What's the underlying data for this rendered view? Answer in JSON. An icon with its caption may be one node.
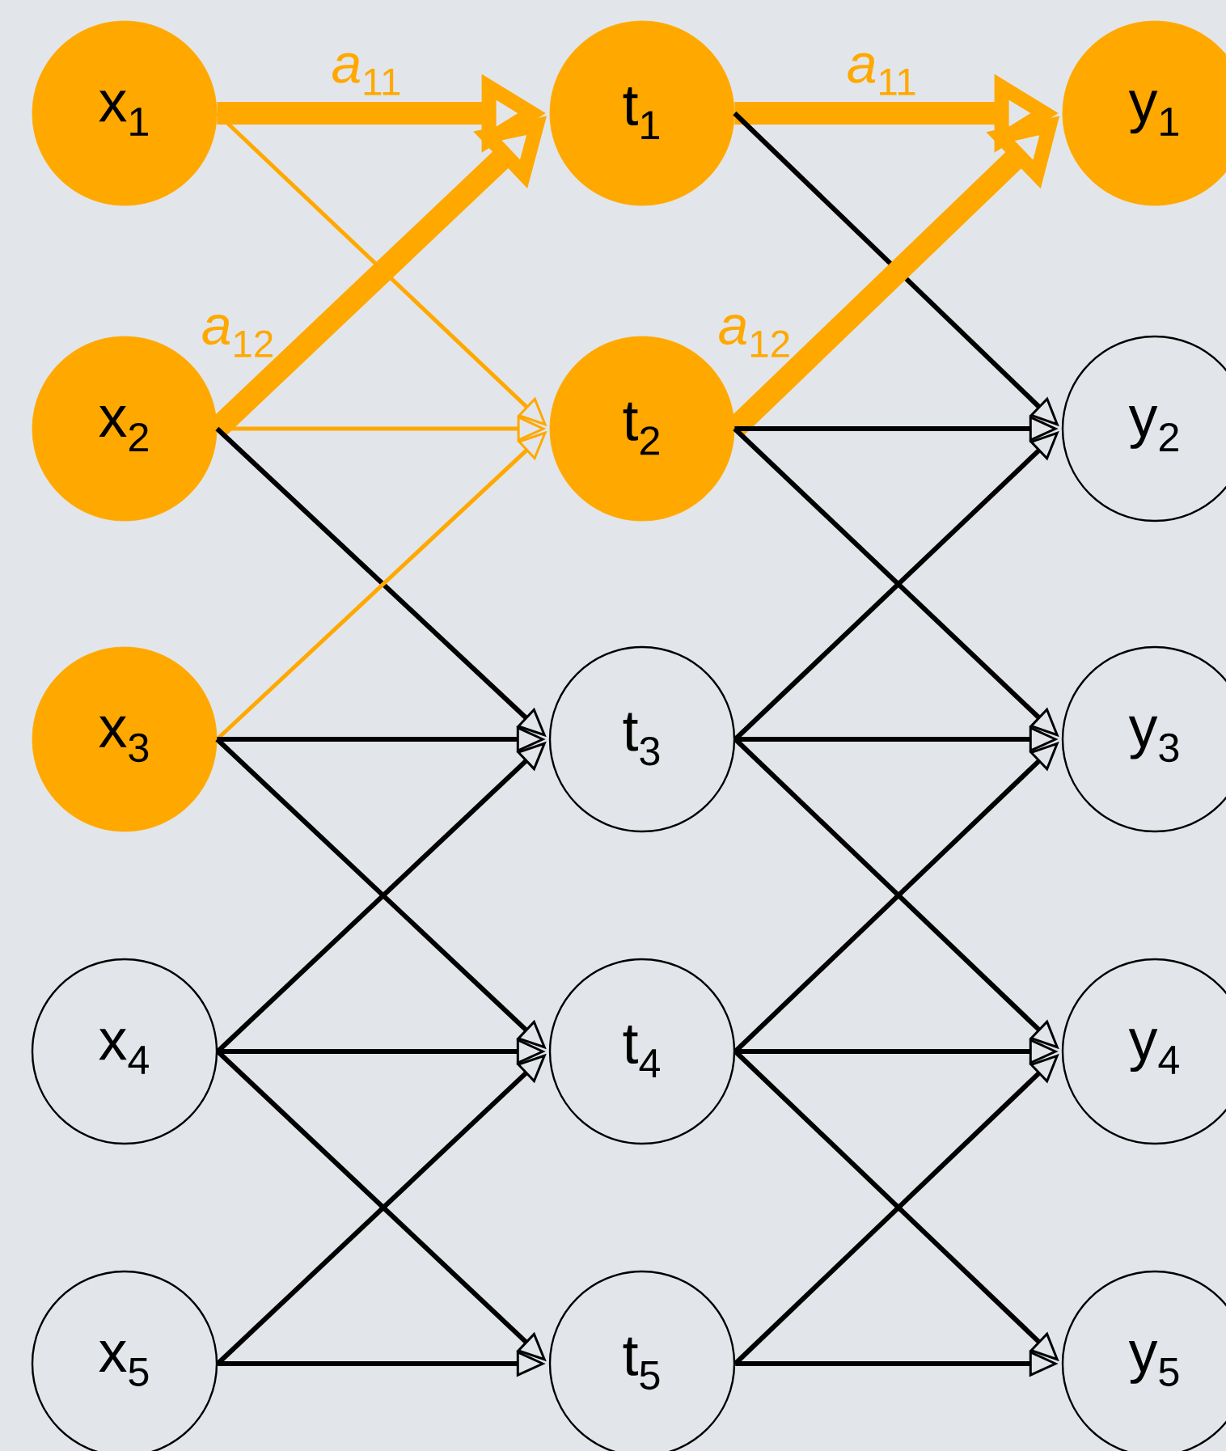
{
  "diagram": {
    "nodes": [
      {
        "text": [
          "x$_{1}$"
        ]
      },
      {
        "text": [
          "x$_{2}$"
        ]
      },
      {
        "text": [
          "x$_{3}$"
        ]
      },
      {
        "text": [
          "x$_{4}$"
        ]
      },
      {
        "text": [
          "x$_{5}$"
        ]
      },
      {
        "text": [
          "t$_{1}$"
        ]
      },
      {
        "text": [
          "t$_{2}$"
        ]
      },
      {
        "text": [
          "t$_{3}$"
        ]
      },
      {
        "text": [
          "t$_{4}$"
        ]
      },
      {
        "text": [
          "t$_{5}$"
        ]
      },
      {
        "text": [
          "y$_{1}$"
        ]
      },
      {
        "text": [
          "y$_{2}$"
        ]
      },
      {
        "text": [
          "y$_{3}$"
        ]
      },
      {
        "text": [
          "y$_{4}$"
        ]
      },
      {
        "text": [
          "y$_{5}$"
        ]
      }
    ],
    "edges": [
      {
        "from": 0,
        "to": 5,
        "arrow": "to",
        "label": "*a*$_{11}$",
        "style": "thick",
        "color": "#ffa800"
      },
      {
        "from": 0,
        "to": 6,
        "arrow": "to",
        "color": "#ffa800"
      },
      {
        "from": 1,
        "to": 5,
        "arrow": "to",
        "label": "*a*$_{12}$",
        "style": "thick",
        "color": "#ffa800"
      },
      {
        "from": 1,
        "to": 6,
        "arrow": "to",
        "color": "#ffa800"
      },
      {
        "from": 1,
        "to": 7,
        "arrow": "to"
      },
      {
        "from": 2,
        "to": 6,
        "arrow": "to",
        "color": "#ffa800"
      },
      {
        "from": 2,
        "to": 7,
        "arrow": "to"
      },
      {
        "from": 2,
        "to": 8,
        "arrow": "to"
      },
      {
        "from": 3,
        "to": 7,
        "arrow": "to"
      },
      {
        "from": 3,
        "to": 8,
        "arrow": "to"
      },
      {
        "from": 3,
        "to": 9,
        "arrow": "to"
      },
      {
        "from": 4,
        "to": 8,
        "arrow": "to"
      },
      {
        "from": 4,
        "to": 9,
        "arrow": "to"
      },
      {
        "from": 5,
        "to": 10,
        "arrow": "to",
        "label": "*a*$_{11}$",
        "style": "thick",
        "color": "#ffa800"
      },
      {
        "from": 5,
        "to": 11,
        "arrow": "to"
      },
      {
        "from": 6,
        "to": 10,
        "arrow": "to",
        "label": "*a*$_{12}$",
        "style": "thick",
        "color": "#ffa800"
      },
      {
        "from": 6,
        "to": 11,
        "arrow": "to"
      },
      {
        "from": 6,
        "to": 12,
        "arrow": "to"
      },
      {
        "from": 7,
        "to": 11,
        "arrow": "to"
      },
      {
        "from": 7,
        "to": 12,
        "arrow": "to"
      },
      {
        "from": 7,
        "to": 13,
        "arrow": "to"
      },
      {
        "from": 8,
        "to": 12,
        "arrow": "to"
      },
      {
        "from": 8,
        "to": 13,
        "arrow": "to"
      },
      {
        "from": 8,
        "to": 14,
        "arrow": "to"
      },
      {
        "from": 9,
        "to": 13,
        "arrow": "to"
      },
      {
        "from": 9,
        "to": 14,
        "arrow": "to"
      }
    ]
  }
}
